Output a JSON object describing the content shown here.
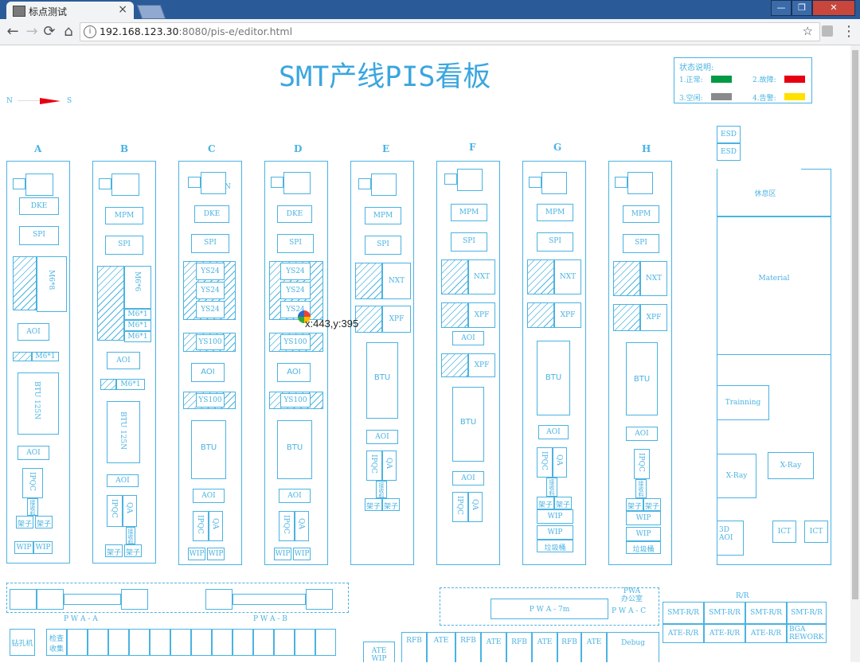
{
  "browser": {
    "tab_title": "标点测试",
    "url_host": "192.168.123.30",
    "url_path": ":8080/pis-e/editor.html",
    "back": "←",
    "forward": "→",
    "reload": "⟳",
    "home": "⌂",
    "menu": "⋮",
    "close_tab": "×"
  },
  "page": {
    "title": "SMT产线PIS看板",
    "compass_n": "N",
    "compass_s": "S",
    "cursor_readout": "x:443,y:395"
  },
  "legend": {
    "heading": "状态说明:",
    "items": [
      {
        "label": "1.正常:",
        "color": "#009a44"
      },
      {
        "label": "2.故障:",
        "color": "#e60012"
      },
      {
        "label": "3.空闲:",
        "color": "#8a8a8a"
      },
      {
        "label": "4.告警:",
        "color": "#ffe100"
      }
    ]
  },
  "lines": {
    "A": "A",
    "B": "B",
    "C": "C",
    "D": "D",
    "E": "E",
    "F": "F",
    "G": "G",
    "H": "H"
  },
  "labels": {
    "dke": "DKE",
    "mpm": "MPM",
    "spi": "SPI",
    "aoi": "AOI",
    "mg8": "M6*8",
    "mg6": "M6*6",
    "m6_1": "M6*1",
    "btu125n": "BTU 125N",
    "ipqc": "IPQC",
    "qa": "QA",
    "jiazi": "架子",
    "wip": "WIP",
    "ys24": "YS24",
    "ys100": "YS100",
    "btu": "BTU",
    "nxt": "NXT",
    "xpf": "XPF",
    "lajitong": "垃圾桶",
    "jiexing": "接收料",
    "esd": "ESD",
    "xiuxi": "休息区",
    "material": "Material",
    "training": "Trainning",
    "xray": "X-Ray",
    "aoi3d": "3D\nAOI",
    "ict": "ICT",
    "pwa_a": "P W A - A",
    "pwa_b": "P W A - B",
    "pwa_7m": "P W A - 7m",
    "pwa_c": "P W A - C",
    "pwa_office": "PWA\n办公室",
    "rr": "R/R",
    "smt_rr": "SMT-R/R",
    "ate_rr": "ATE-R/R",
    "bga": "BGA\nREWORK",
    "rfb": "RFB",
    "ate": "ATE",
    "debug": "Debug",
    "drill": "钻孔机",
    "inspect": "检查\n收集",
    "ate_wip": "ATE\nWIP"
  }
}
